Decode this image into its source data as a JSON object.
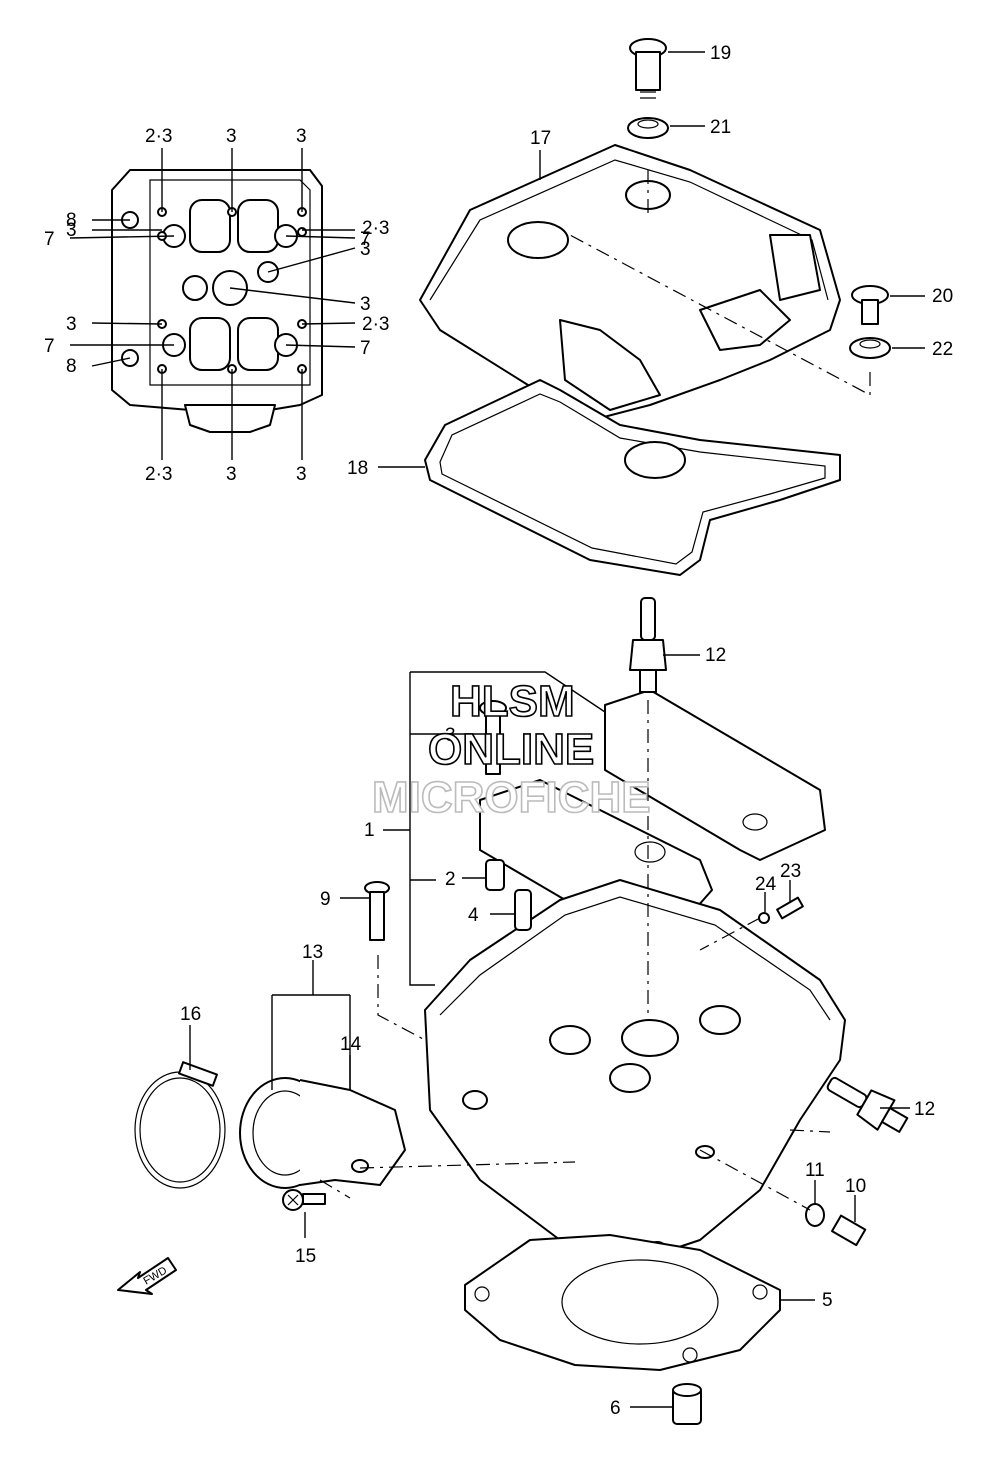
{
  "watermark": {
    "line1": "HLSM",
    "line2": "ONLINE",
    "line3": "MICROFICHE"
  },
  "fwd_label": "FWD",
  "inset_labels": {
    "top_left_23": "2·3",
    "top_mid_3": "3",
    "top_right_3": "3",
    "l_8a": "8",
    "l_7a": "7",
    "l_3a": "3",
    "l_3b": "3",
    "l_7b": "7",
    "l_8b": "8",
    "r_7a": "7",
    "r_23a": "2·3",
    "r_3a": "3",
    "r_3b": "3",
    "r_23b": "2·3",
    "r_7b": "7",
    "bot_left_23": "2·3",
    "bot_mid_3": "3",
    "bot_right_3": "3"
  },
  "callouts": {
    "c1": "1",
    "c2": "2",
    "c3": "3",
    "c4": "4",
    "c5": "5",
    "c6": "6",
    "c9": "9",
    "c10": "10",
    "c11": "11",
    "c12a": "12",
    "c12b": "12",
    "c13": "13",
    "c14": "14",
    "c15": "15",
    "c16": "16",
    "c17": "17",
    "c18": "18",
    "c19": "19",
    "c20": "20",
    "c21": "21",
    "c22": "22",
    "c23": "23",
    "c24": "24"
  }
}
